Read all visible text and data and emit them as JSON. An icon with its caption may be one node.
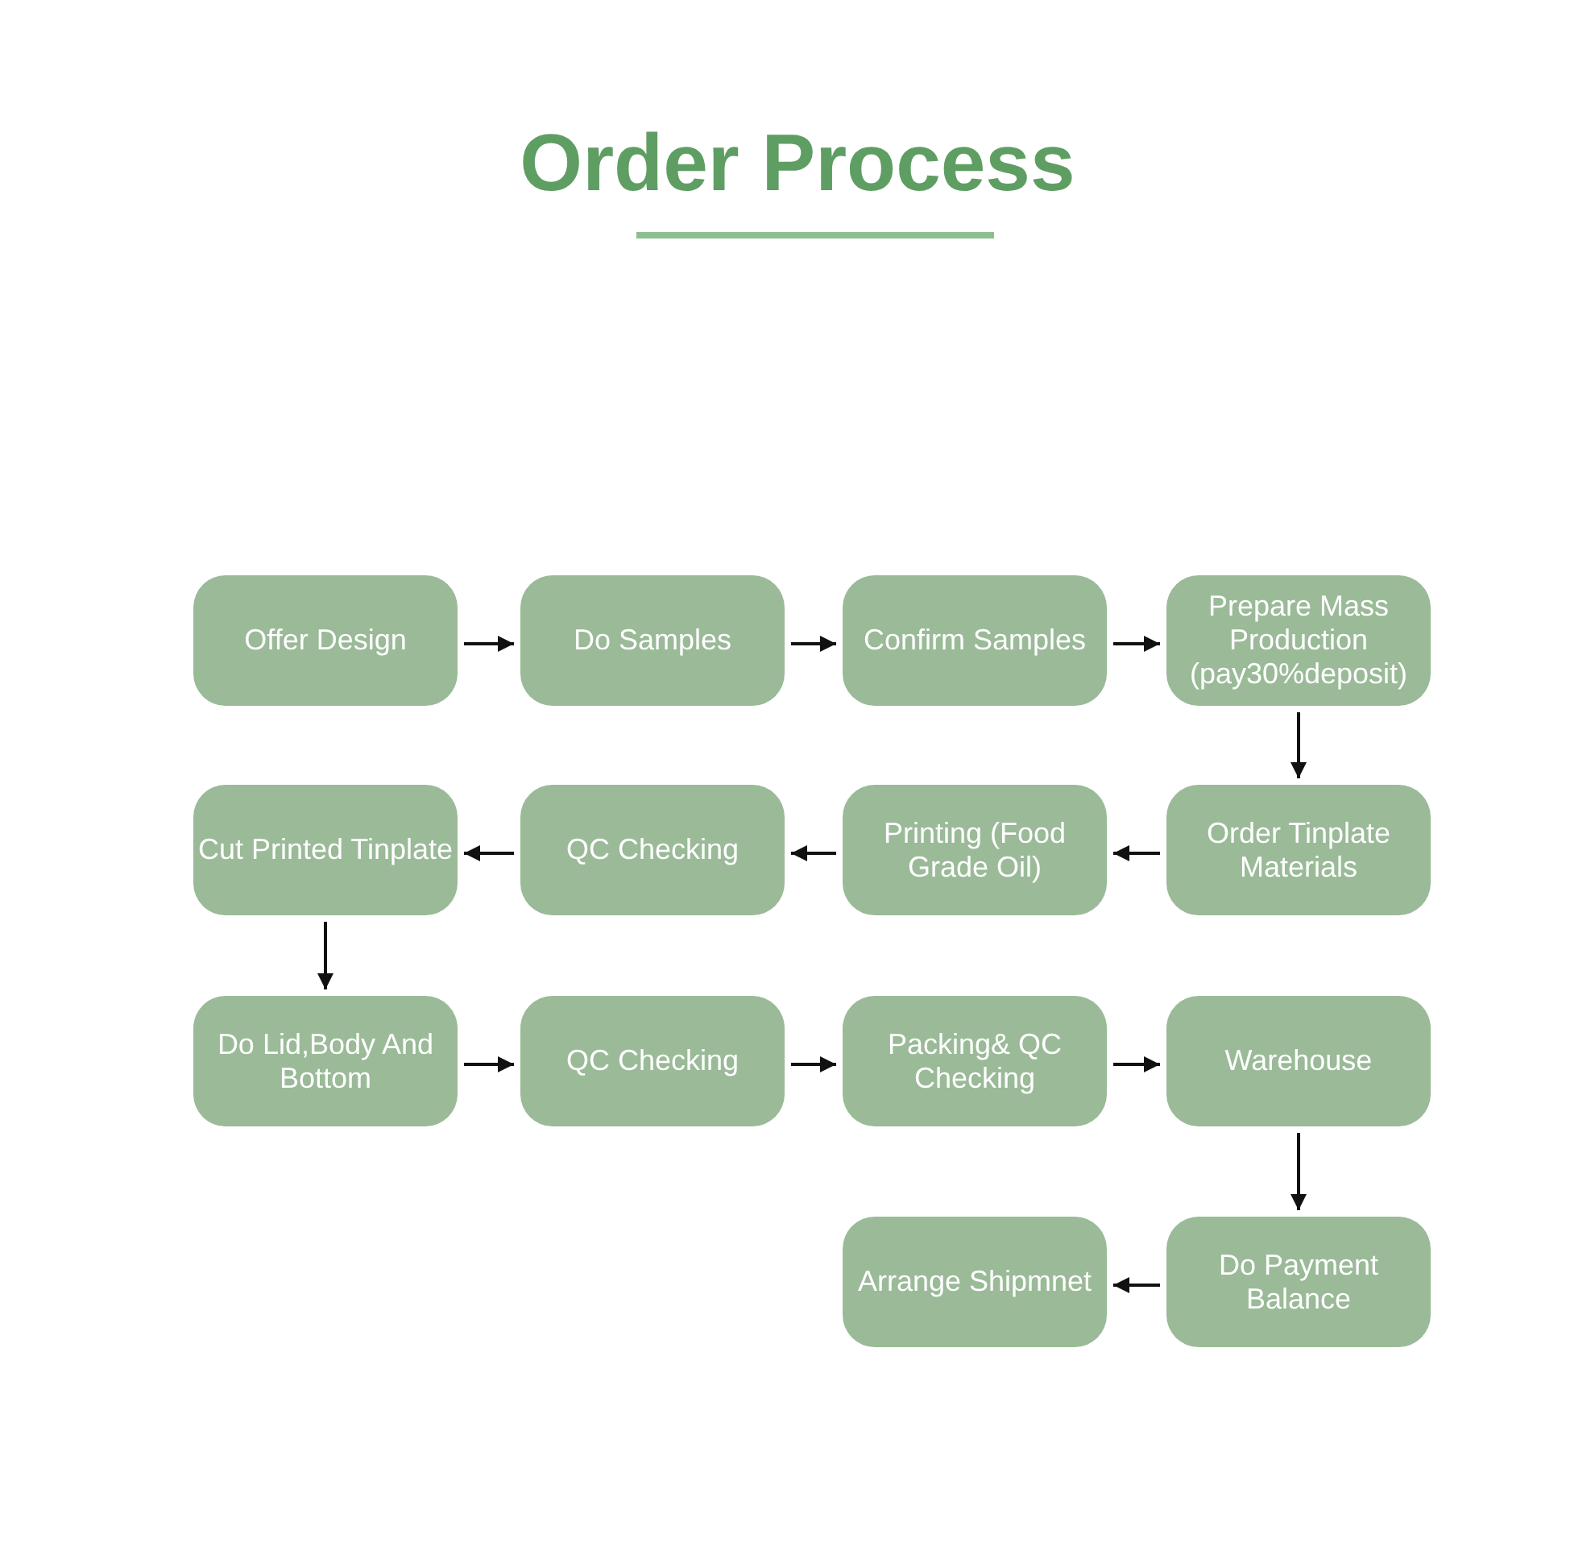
{
  "diagram": {
    "title": "Order Process",
    "nodes": [
      {
        "text": [
          "Offer Design"
        ]
      },
      {
        "text": [
          "Do Samples"
        ]
      },
      {
        "text": [
          "Confirm Samples"
        ]
      },
      {
        "text": [
          "Prepare Mass Production (pay30%deposit)"
        ]
      },
      {
        "text": [
          "Cut Printed Tinplate"
        ]
      },
      {
        "text": [
          "QC Checking"
        ]
      },
      {
        "text": [
          "Printing (Food Grade Oil)"
        ]
      },
      {
        "text": [
          "Order Tinplate Materials"
        ]
      },
      {
        "text": [
          "Do Lid,Body And Bottom"
        ]
      },
      {
        "text": [
          "QC Checking"
        ]
      },
      {
        "text": [
          "Packing& QC Checking"
        ]
      },
      {
        "text": [
          "Warehouse"
        ]
      },
      {
        "text": [
          "Arrange Shipmnet"
        ]
      },
      {
        "text": [
          "Do Payment Balance"
        ]
      }
    ],
    "edges": [
      {
        "from": 0,
        "to": 1,
        "arrow": "to"
      },
      {
        "from": 1,
        "to": 2,
        "arrow": "to"
      },
      {
        "from": 2,
        "to": 3,
        "arrow": "to"
      },
      {
        "from": 3,
        "to": 7,
        "arrow": "to"
      },
      {
        "from": 7,
        "to": 6,
        "arrow": "to"
      },
      {
        "from": 6,
        "to": 5,
        "arrow": "to"
      },
      {
        "from": 5,
        "to": 4,
        "arrow": "to"
      },
      {
        "from": 4,
        "to": 8,
        "arrow": "to"
      },
      {
        "from": 8,
        "to": 9,
        "arrow": "to"
      },
      {
        "from": 9,
        "to": 10,
        "arrow": "to"
      },
      {
        "from": 10,
        "to": 11,
        "arrow": "to"
      },
      {
        "from": 11,
        "to": 13,
        "arrow": "to"
      },
      {
        "from": 13,
        "to": 12,
        "arrow": "to"
      }
    ]
  }
}
